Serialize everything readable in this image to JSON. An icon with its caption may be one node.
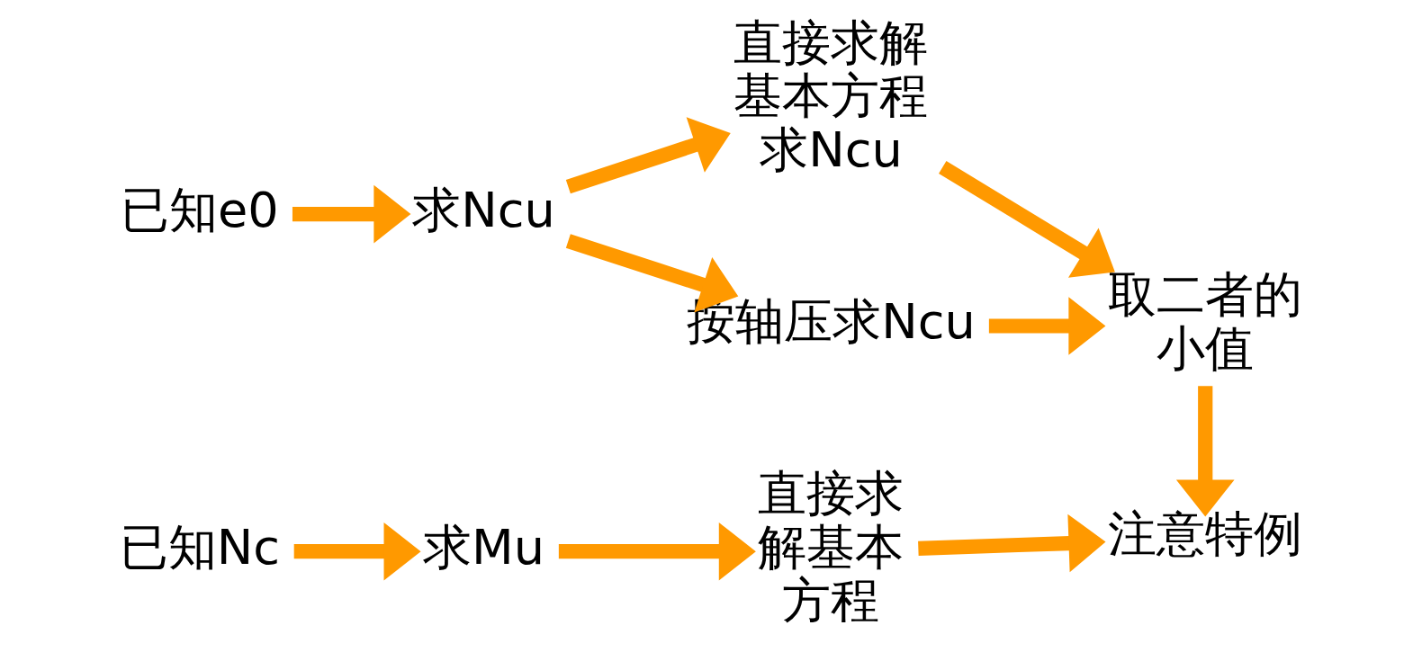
{
  "diagram": {
    "nodes": [
      {
        "text": [
          "已知e0"
        ]
      },
      {
        "text": [
          "求Ncu"
        ]
      },
      {
        "text": [
          "直接求解基本方程求Ncu"
        ]
      },
      {
        "text": [
          "按轴压求Ncu"
        ]
      },
      {
        "text": [
          "取二者的小值"
        ]
      },
      {
        "text": [
          "已知Nc"
        ]
      },
      {
        "text": [
          "求Mu"
        ]
      },
      {
        "text": [
          "直接求解基本方程"
        ]
      },
      {
        "text": [
          "注意特例"
        ]
      }
    ],
    "edges": [
      {
        "from": 0,
        "to": 1,
        "arrow": "to"
      },
      {
        "from": 1,
        "to": 2,
        "arrow": "to"
      },
      {
        "from": 1,
        "to": 3,
        "arrow": "to"
      },
      {
        "from": 2,
        "to": 4,
        "arrow": "to"
      },
      {
        "from": 3,
        "to": 4,
        "arrow": "to"
      },
      {
        "from": 4,
        "to": 8,
        "arrow": "to"
      },
      {
        "from": 5,
        "to": 6,
        "arrow": "to"
      },
      {
        "from": 6,
        "to": 7,
        "arrow": "to"
      },
      {
        "from": 7,
        "to": 8,
        "arrow": "to"
      }
    ]
  }
}
